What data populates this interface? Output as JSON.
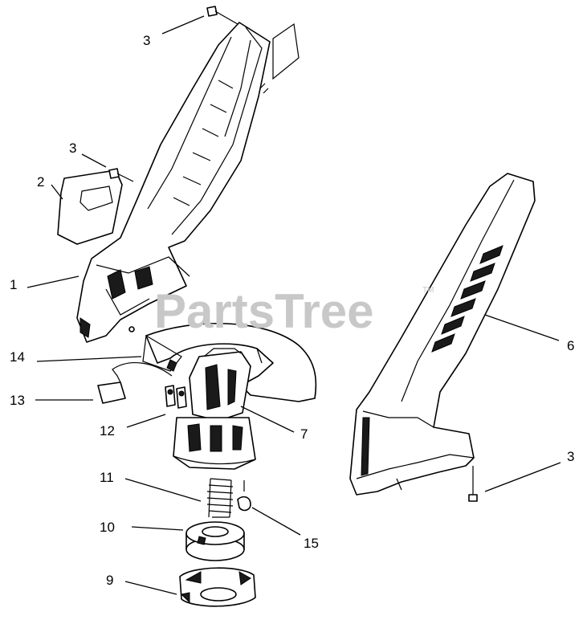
{
  "watermark": {
    "text": "PartsTree",
    "mark": "TM"
  },
  "callouts": [
    {
      "id": "c-3a",
      "label": "3"
    },
    {
      "id": "c-3b",
      "label": "3"
    },
    {
      "id": "c-2",
      "label": "2"
    },
    {
      "id": "c-1",
      "label": "1"
    },
    {
      "id": "c-14",
      "label": "14"
    },
    {
      "id": "c-13",
      "label": "13"
    },
    {
      "id": "c-12",
      "label": "12"
    },
    {
      "id": "c-7",
      "label": "7"
    },
    {
      "id": "c-11",
      "label": "11"
    },
    {
      "id": "c-10",
      "label": "10"
    },
    {
      "id": "c-15",
      "label": "15"
    },
    {
      "id": "c-9",
      "label": "9"
    },
    {
      "id": "c-6",
      "label": "6"
    },
    {
      "id": "c-3c",
      "label": "3"
    }
  ]
}
